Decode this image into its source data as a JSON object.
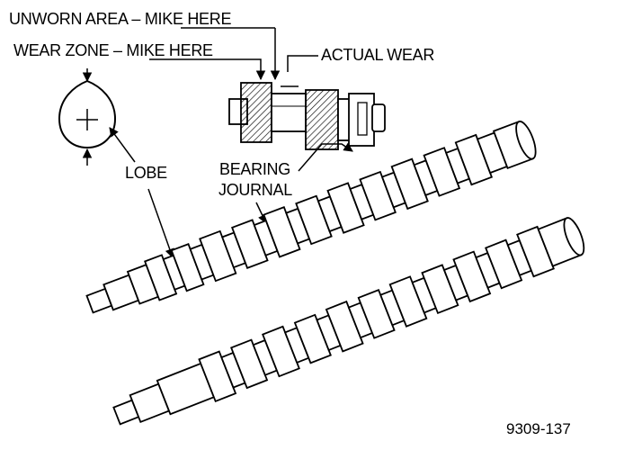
{
  "labels": {
    "unworn_prefix": "UNWORN AREA – ",
    "unworn_mike": "MIKE HERE",
    "wear_prefix": "WEAR ZONE – ",
    "wear_mike": "MIKE HERE",
    "actual_wear": "ACTUAL WEAR",
    "lobe": "LOBE",
    "bearing": "BEARING",
    "journal": "JOURNAL"
  },
  "figure_number": "9309-137",
  "colors": {
    "ink": "#000000",
    "paper": "#ffffff"
  }
}
